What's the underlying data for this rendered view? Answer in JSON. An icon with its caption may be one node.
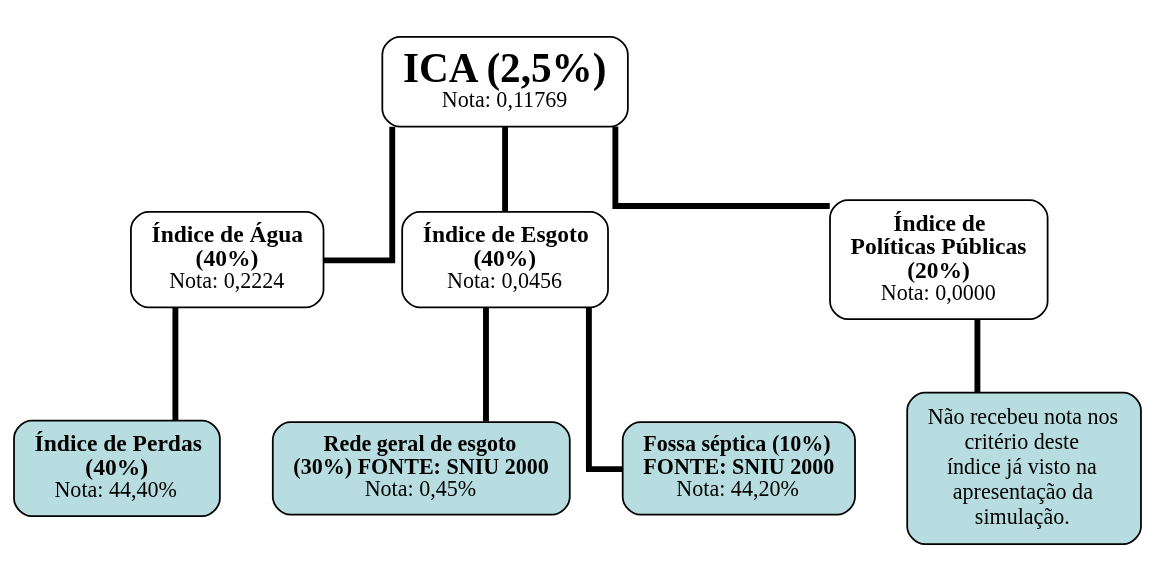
{
  "diagram": {
    "nodes": [
      {
        "text": [
          "ICA (2,5%)",
          "Nota: 0,11769"
        ]
      },
      {
        "text": [
          "Índice de Água (40%)",
          "Nota: 0,2224"
        ]
      },
      {
        "text": [
          "Índice de Esgoto (40%)",
          "Nota: 0,0456"
        ]
      },
      {
        "text": [
          "Índice de Políticas Públicas (20%)",
          "Nota: 0,0000"
        ]
      },
      {
        "text": [
          "Índice de Perdas (40%)",
          "Nota: 44,40%"
        ]
      },
      {
        "text": [
          "Rede geral de esgoto (30%) FONTE: SNIU 2000",
          "Nota: 0,45%"
        ]
      },
      {
        "text": [
          "Fossa séptica (10%) FONTE: SNIU 2000",
          "Nota: 44,20%"
        ]
      },
      {
        "text": [
          "Não recebeu nota nos critério deste índice já visto na apresentação da simulação."
        ]
      }
    ],
    "edges": [
      {
        "from": 0,
        "to": 1,
        "arrow": "none"
      },
      {
        "from": 0,
        "to": 2,
        "arrow": "none"
      },
      {
        "from": 0,
        "to": 3,
        "arrow": "none"
      },
      {
        "from": 1,
        "to": 4,
        "arrow": "none"
      },
      {
        "from": 2,
        "to": 5,
        "arrow": "none"
      },
      {
        "from": 2,
        "to": 6,
        "arrow": "none"
      },
      {
        "from": 3,
        "to": 7,
        "arrow": "none"
      }
    ]
  }
}
